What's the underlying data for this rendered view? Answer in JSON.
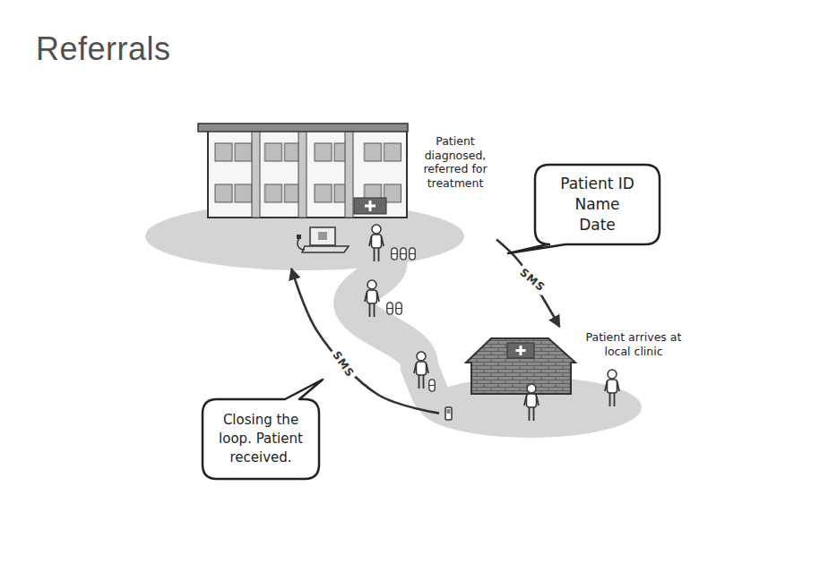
{
  "diagram": {
    "title": "Referrals",
    "nodes": [
      {
        "text": [
          "Patient diagnosed, referred for treatment"
        ]
      },
      {
        "text": [
          "Patient ID",
          "Name",
          "Date"
        ]
      },
      {
        "text": [
          "Patient arrives at local clinic"
        ]
      },
      {
        "text": [
          "Closing the loop. Patient received."
        ]
      }
    ],
    "edges": [
      {
        "from": 0,
        "to": 2,
        "arrow": "to",
        "label": "SMS"
      },
      {
        "from": 2,
        "to": 0,
        "arrow": "to",
        "label": "SMS"
      }
    ]
  }
}
